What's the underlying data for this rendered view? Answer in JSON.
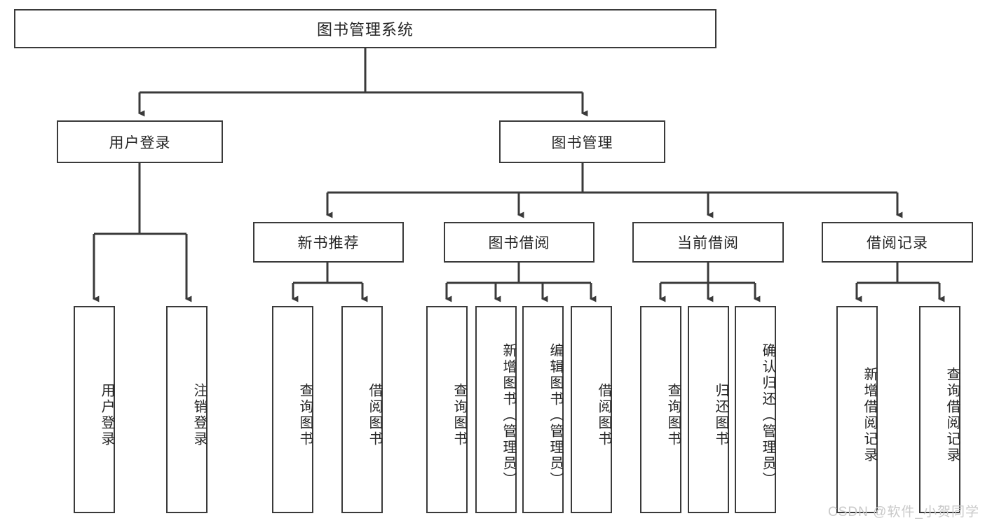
{
  "diagram": {
    "type": "tree",
    "title": "图书管理系统",
    "root": {
      "label": "图书管理系统"
    },
    "level2": [
      {
        "label": "用户登录"
      },
      {
        "label": "图书管理"
      }
    ],
    "level3": [
      {
        "label": "新书推荐"
      },
      {
        "label": "图书借阅"
      },
      {
        "label": "当前借阅"
      },
      {
        "label": "借阅记录"
      }
    ],
    "leaves": {
      "user_login": [
        {
          "label": "用户登录"
        },
        {
          "label": "注销登录"
        }
      ],
      "new_book_recommend": [
        {
          "label": "查询图书"
        },
        {
          "label": "借阅图书"
        }
      ],
      "book_borrow": [
        {
          "label": "查询图书"
        },
        {
          "label": "新增图书（管理员）"
        },
        {
          "label": "编辑图书（管理员）"
        },
        {
          "label": "借阅图书"
        }
      ],
      "current_borrow": [
        {
          "label": "查询图书"
        },
        {
          "label": "归还图书"
        },
        {
          "label": "确认归还（管理员）"
        }
      ],
      "borrow_record": [
        {
          "label": "新增借阅记录"
        },
        {
          "label": "查询借阅记录"
        }
      ]
    }
  },
  "watermark": {
    "text": "CSDN @软件_小贺同学"
  },
  "colors": {
    "border": "#3a3a3a",
    "text": "#262626",
    "background": "#ffffff",
    "watermark": "#c9c9c9"
  }
}
